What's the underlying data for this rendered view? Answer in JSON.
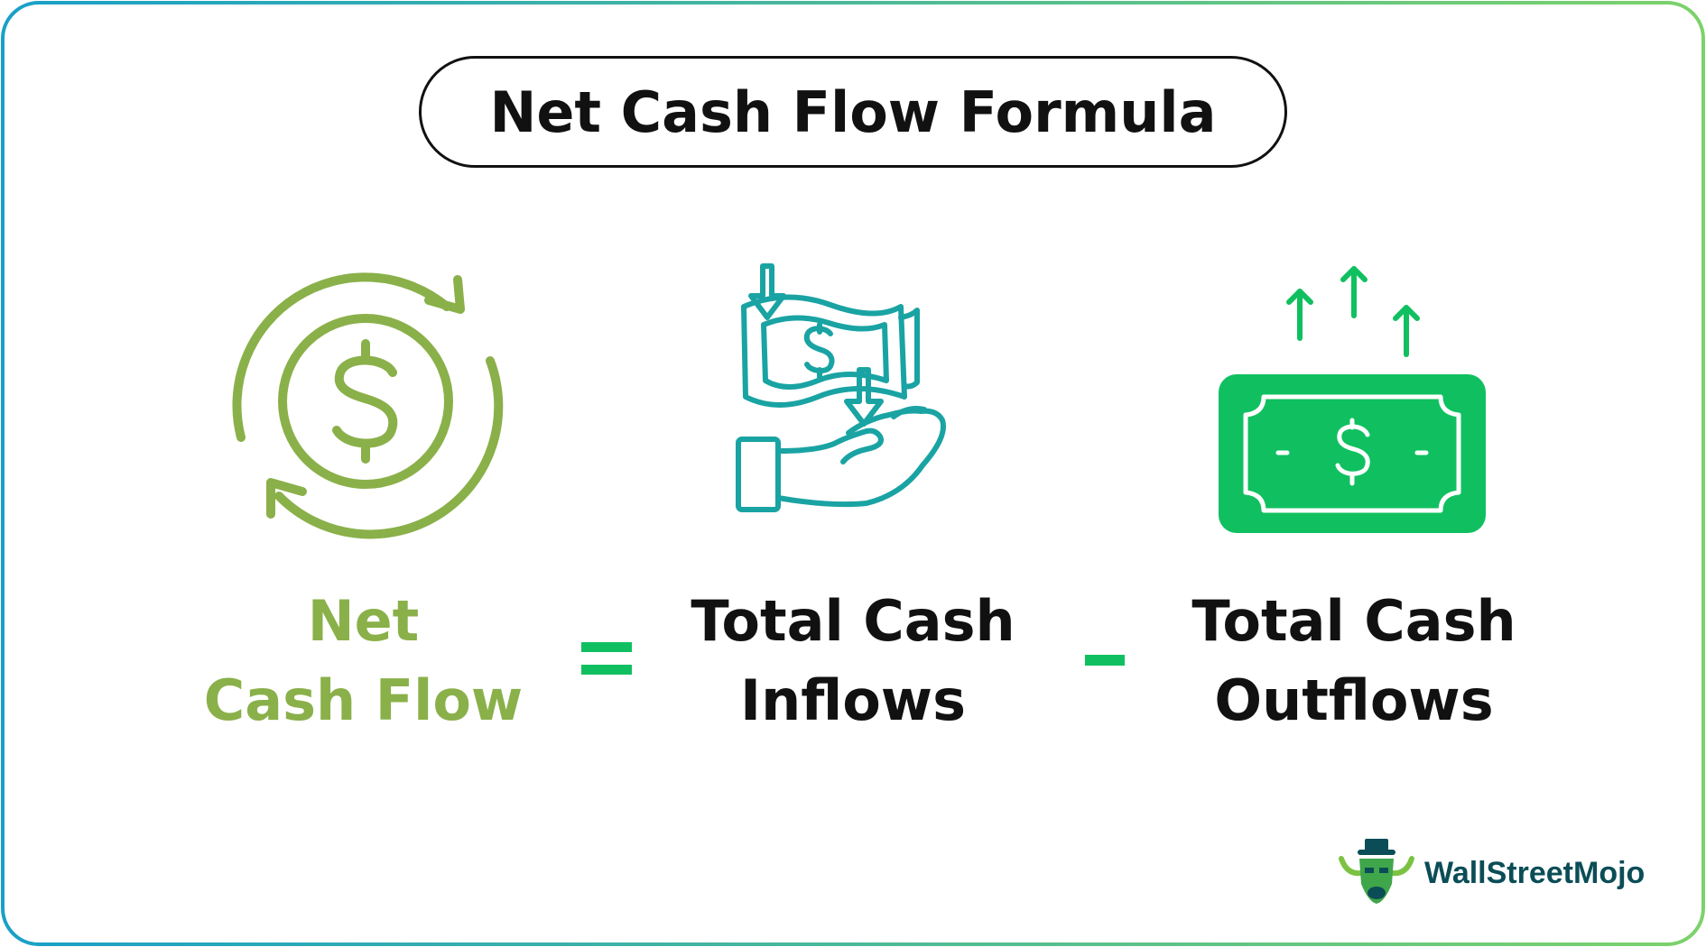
{
  "title": "Net Cash Flow Formula",
  "terms": {
    "net": {
      "line1": "Net",
      "line2": "Cash Flow"
    },
    "inflows": {
      "line1": "Total Cash",
      "line2": "Inflows"
    },
    "outflows": {
      "line1": "Total Cash",
      "line2": "Outflows"
    }
  },
  "operators": {
    "equals": "=",
    "minus": "-"
  },
  "icons": {
    "net": "circular-arrows-dollar-coin-icon",
    "inflows": "hand-receiving-money-icon",
    "outflows": "banknote-with-up-arrows-icon",
    "brand": "bull-mascot-logo-icon"
  },
  "brand": {
    "name": "WallStreetMojo"
  },
  "colors": {
    "net": "#8ab04a",
    "inflows": "#1aa3a3",
    "outflows": "#10c060",
    "text": "#111111",
    "brand_text": "#0b4d57",
    "border_start": "#1aa0c8",
    "border_end": "#7cd26a"
  }
}
